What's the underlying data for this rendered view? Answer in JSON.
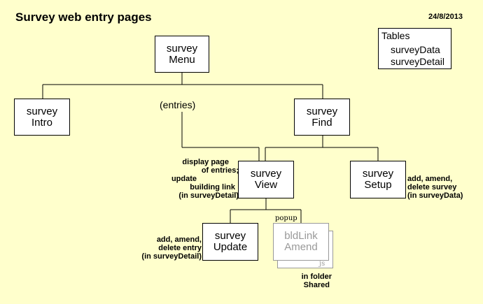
{
  "title": "Survey web entry pages",
  "date": "24/8/2013",
  "tables": {
    "heading": "Tables",
    "items": [
      "surveyData",
      "surveyDetail"
    ]
  },
  "boxes": {
    "menu": {
      "line1": "survey",
      "line2": "Menu"
    },
    "intro": {
      "line1": "survey",
      "line2": "Intro"
    },
    "find": {
      "line1": "survey",
      "line2": "Find"
    },
    "view": {
      "line1": "survey",
      "line2": "View"
    },
    "setup": {
      "line1": "survey",
      "line2": "Setup"
    },
    "update": {
      "line1": "survey",
      "line2": "Update"
    },
    "bldlink": {
      "line1": "bldLink",
      "line2": "Amend"
    }
  },
  "labels": {
    "entries": "(entries)",
    "popup": "popup",
    "js": "js"
  },
  "notes": {
    "view": [
      "display page",
      "of entries;",
      "update",
      "building link",
      "(in surveyDetail)"
    ],
    "setup": [
      "add, amend,",
      "delete survey",
      "(in surveyData)"
    ],
    "update": [
      "add, amend,",
      "delete entry",
      "(in surveyDetail)"
    ],
    "folder": [
      "in folder",
      "Shared"
    ]
  }
}
